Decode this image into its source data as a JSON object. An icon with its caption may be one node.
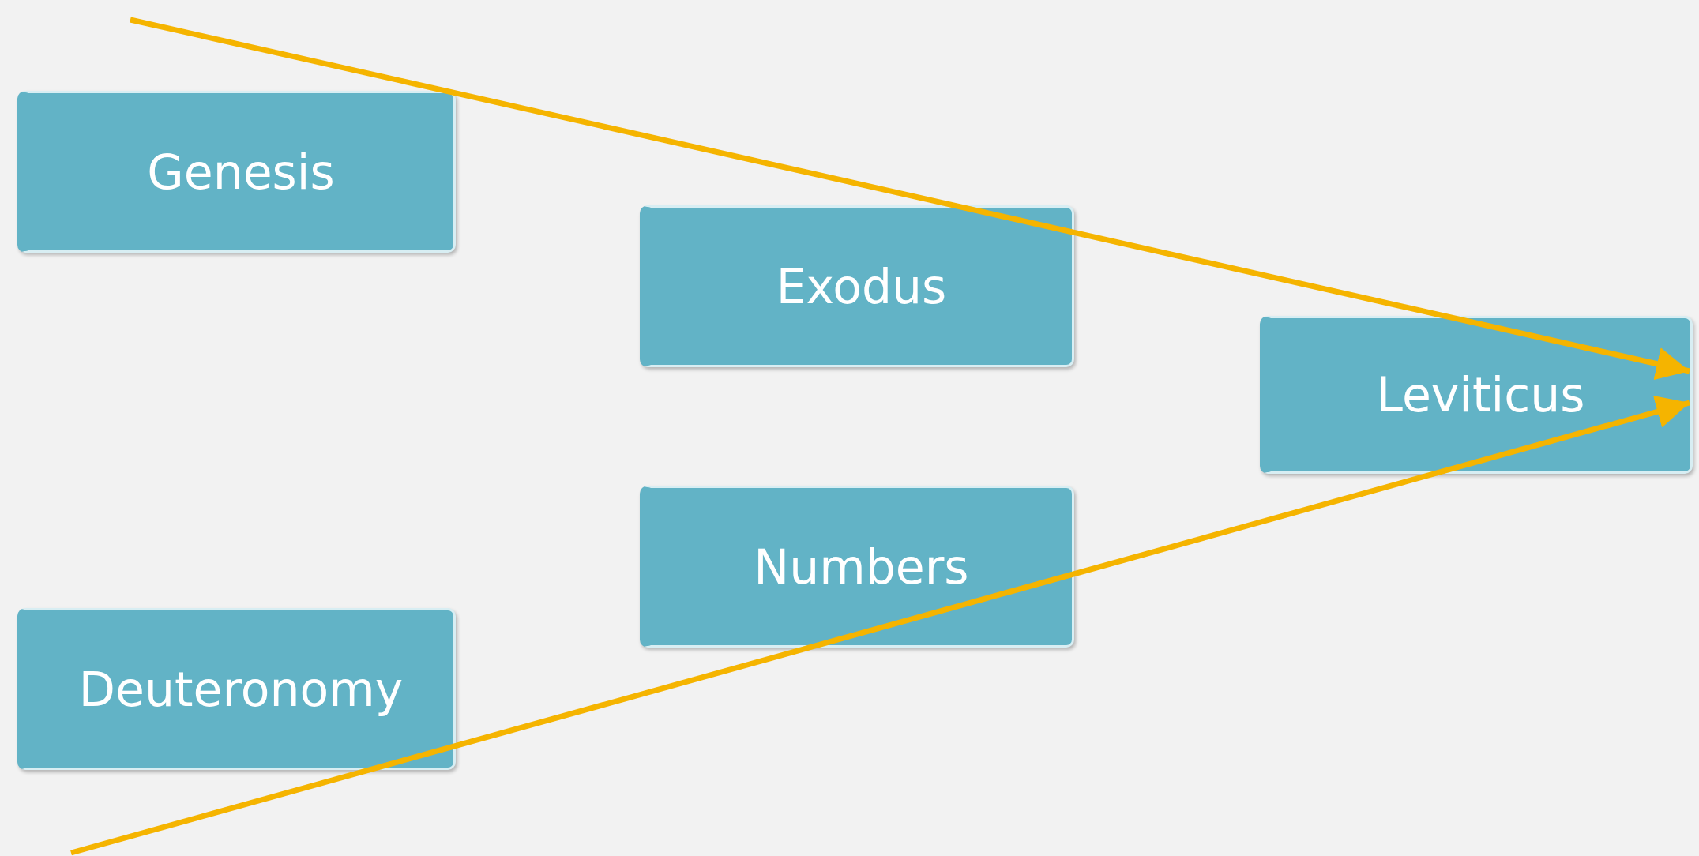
{
  "diagram": {
    "nodes": [
      {
        "text": [
          "Genesis"
        ]
      },
      {
        "text": [
          "Exodus"
        ]
      },
      {
        "text": [
          "Leviticus"
        ]
      },
      {
        "text": [
          "Numbers"
        ]
      },
      {
        "text": [
          "Deuteronomy"
        ]
      }
    ],
    "edges": [
      {
        "from": null,
        "to": 2,
        "arrow": "to"
      },
      {
        "from": null,
        "to": 2,
        "arrow": "to"
      }
    ]
  }
}
